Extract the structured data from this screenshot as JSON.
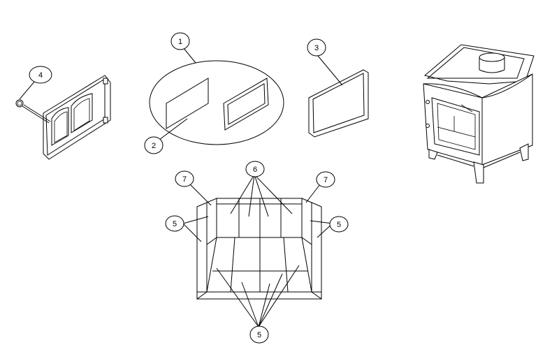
{
  "callouts": {
    "c1": "1",
    "c2": "2",
    "c3": "3",
    "c4": "4",
    "c5_left": "5",
    "c5_right": "5",
    "c5_bottom": "5",
    "c6": "6",
    "c7_left": "7",
    "c7_right": "7"
  }
}
